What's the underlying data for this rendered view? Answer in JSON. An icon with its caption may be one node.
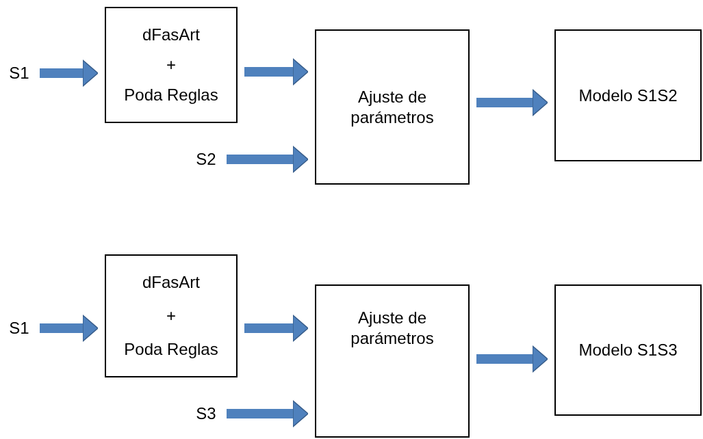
{
  "diagram": {
    "nodes": [
      {
        "text": [
          "S1"
        ]
      },
      {
        "text": [
          "dFasArt",
          "+",
          "Poda Reglas"
        ]
      },
      {
        "text": [
          "S2"
        ]
      },
      {
        "text": [
          "Ajuste de parámetros"
        ]
      },
      {
        "text": [
          "Modelo S1S2"
        ]
      },
      {
        "text": [
          "S1"
        ]
      },
      {
        "text": [
          "dFasArt",
          "+",
          "Poda Reglas"
        ]
      },
      {
        "text": [
          "S3"
        ]
      },
      {
        "text": [
          "Ajuste de parámetros"
        ]
      },
      {
        "text": [
          "Modelo S1S3"
        ]
      }
    ],
    "edges": [
      {
        "from": 0,
        "to": 1,
        "arrow": "to"
      },
      {
        "from": 1,
        "to": 3,
        "arrow": "to"
      },
      {
        "from": 2,
        "to": 3,
        "arrow": "to"
      },
      {
        "from": 3,
        "to": 4,
        "arrow": "to"
      },
      {
        "from": 5,
        "to": 6,
        "arrow": "to"
      },
      {
        "from": 6,
        "to": 8,
        "arrow": "to"
      },
      {
        "from": 7,
        "to": 8,
        "arrow": "to"
      },
      {
        "from": 8,
        "to": 9,
        "arrow": "to"
      }
    ]
  }
}
